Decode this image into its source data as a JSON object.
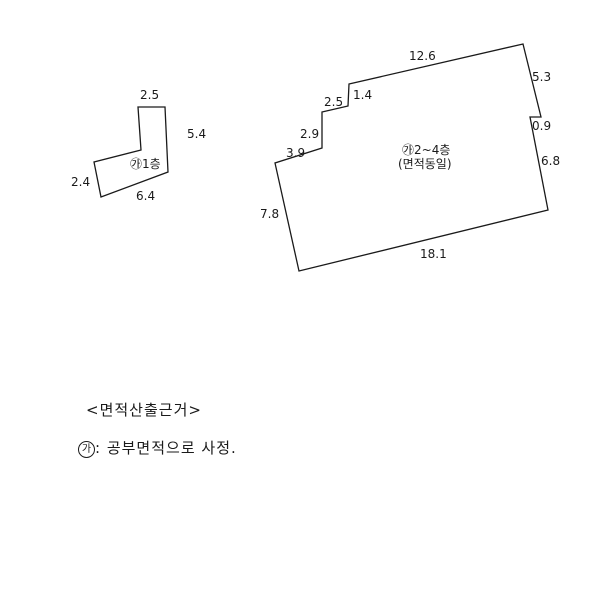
{
  "diagram": {
    "shape_a": {
      "label": "㉮1층",
      "dimensions": {
        "top": "2.5",
        "right": "5.4",
        "left": "2.4",
        "bottom": "6.4"
      }
    },
    "shape_b": {
      "label_line1": "㉮2~4층",
      "label_line2": "(면적동일)",
      "dimensions": {
        "top": "12.6",
        "right_upper": "5.3",
        "notch": "0.9",
        "right_lower": "6.8",
        "bottom": "18.1",
        "left": "7.8",
        "step_left_top": "3.9",
        "step_left_vertical": "2.9",
        "step_mid_top": "2.5",
        "step_mid_vertical": "1.4"
      }
    }
  },
  "notes": {
    "heading": "<면적산출근거>",
    "marker": "가",
    "text": ": 공부면적으로 사정."
  }
}
